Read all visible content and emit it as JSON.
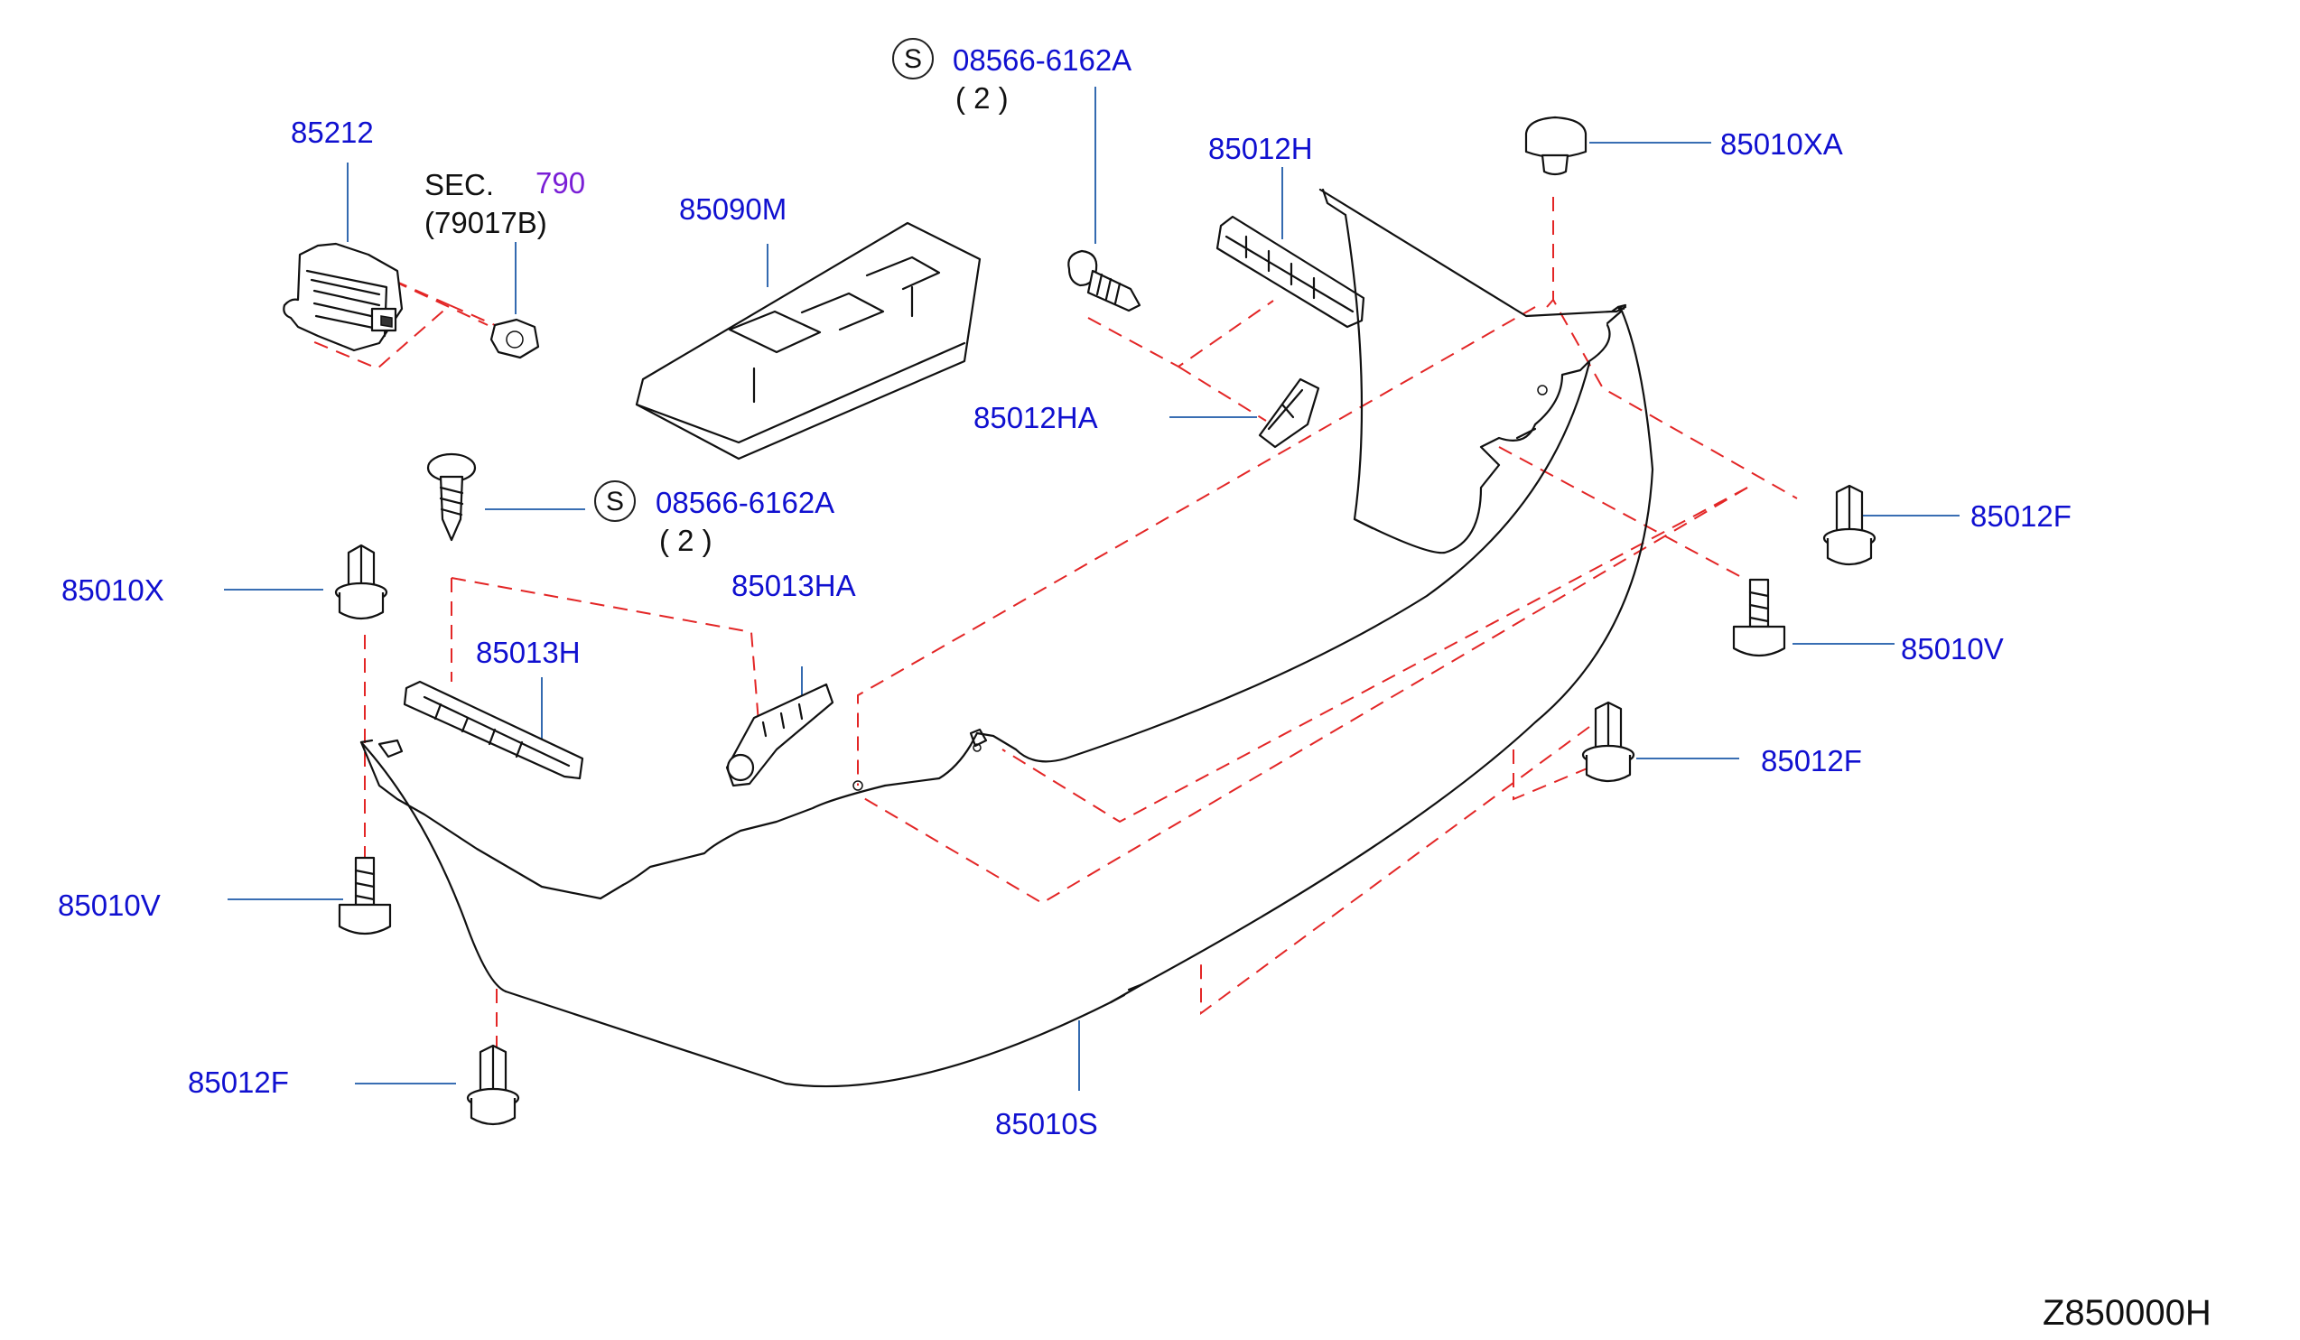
{
  "figure_code": "Z850000H",
  "labels": {
    "p85212": "85212",
    "sec": "SEC.",
    "sec_num": "790",
    "sec_ref": "(79017B)",
    "p85090m": "85090M",
    "screw_top": "08566-6162A",
    "screw_top_qty": "( 2 )",
    "screw_mid": "08566-6162A",
    "screw_mid_qty": "( 2 )",
    "s_mark": "S",
    "p85012h": "85012H",
    "p85012ha": "85012HA",
    "p85010xa": "85010XA",
    "p85012f_right": "85012F",
    "p85010v_right": "85010V",
    "p85012f_mid": "85012F",
    "p85010x": "85010X",
    "p85013ha": "85013HA",
    "p85013h": "85013H",
    "p85010v_left": "85010V",
    "p85012f_bottom": "85012F",
    "p85010s": "85010S"
  },
  "icons": [
    "reflector-icon",
    "nut-icon",
    "absorber-icon",
    "screw-icon",
    "clip-icon",
    "bolt-icon",
    "bracket-icon",
    "bumper-icon",
    "cap-icon"
  ],
  "colors": {
    "part_number": "#1010d0",
    "section_number": "#7a1fd6",
    "text": "#111111",
    "leader_line": "#1d5aa8",
    "dashed_line": "#e32626"
  }
}
